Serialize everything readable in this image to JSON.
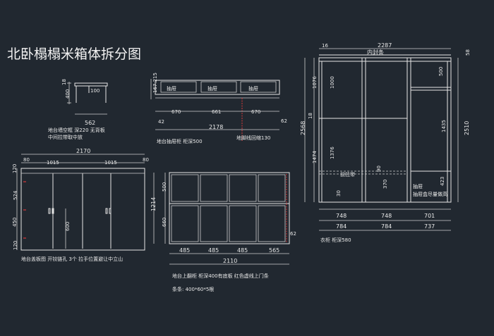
{
  "title": "北卧榻榻米箱体拆分图",
  "colors": {
    "background": "#212830",
    "line": "#e6e6e6",
    "accent": "#d83a3a"
  },
  "shelf": {
    "dims": [
      "18",
      "400",
      "100"
    ],
    "top": "562",
    "captions": [
      "地台墙空框 深220 无背板",
      "中间拉带取中放"
    ]
  },
  "drawer_cabinet": {
    "left_dim": "167.215",
    "drawer_labels": [
      "抽屉",
      "抽屉",
      "抽屉"
    ],
    "widths": [
      "670",
      "661",
      "670"
    ],
    "left_offset": "42",
    "right_offset": "62",
    "total": "2178",
    "captions": [
      "地台抽屉柜 柜深500",
      "地脚线回缩130"
    ]
  },
  "cover_board": {
    "total": "2170",
    "top_dims": [
      "80",
      "1015",
      "1015",
      "80"
    ],
    "left_dims": [
      "120",
      "524",
      "450",
      "120"
    ],
    "handle_dim": "600",
    "caption": "地台盖板图 开铰链孔 3个  拉手位置避让中立山"
  },
  "flip_cabinet": {
    "heights": [
      "500",
      "660"
    ],
    "total_height": "1214",
    "widths": [
      "485",
      "485",
      "485",
      "565"
    ],
    "total": "2110",
    "right_dim": "62",
    "captions": [
      "地台上翻柜 柜深400有底板 红色虚线上门条",
      "条条: 400*60*5根"
    ]
  },
  "wardrobe": {
    "top_small": "16",
    "total_width": "2287",
    "top_label": "内封条",
    "right_top": "58",
    "outer_height": "2568",
    "inner_height": "2510",
    "mid": "18",
    "left_col_dims": [
      "1076",
      "1474"
    ],
    "inner_dims": [
      "1000",
      "1376",
      "500",
      "1435",
      "423"
    ],
    "small_dims": [
      "90",
      "370",
      "30"
    ],
    "labels": [
      "前拉带",
      "抽屉",
      "抽屉盒尽量做高"
    ],
    "widths_row1": [
      "748",
      "748",
      "701"
    ],
    "widths_row2": [
      "784",
      "784",
      "737"
    ],
    "caption": "衣柜 柜深580"
  }
}
